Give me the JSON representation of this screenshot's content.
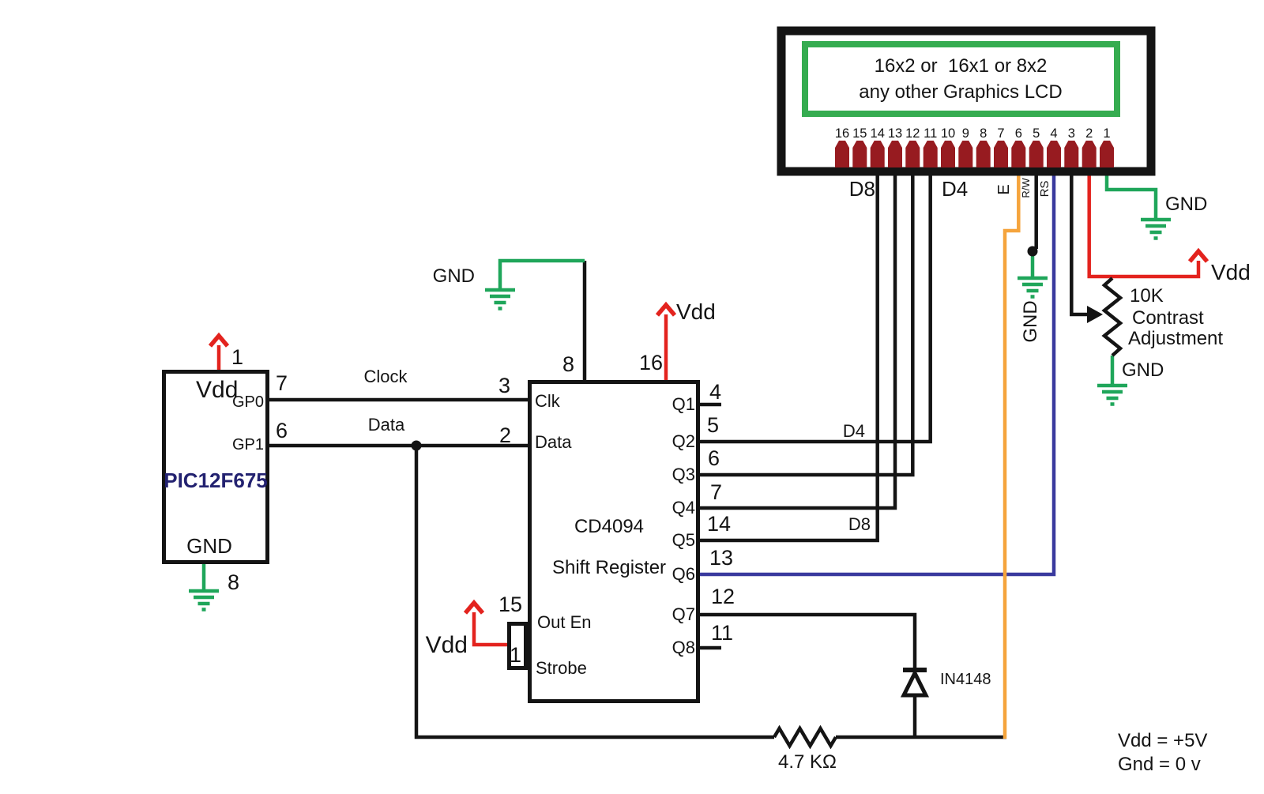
{
  "lcd": {
    "line1": "16x2 or  16x1 or 8x2",
    "line2": "any other Graphics LCD",
    "pin_numbers": [
      "16",
      "15",
      "14",
      "13",
      "12",
      "11",
      "10",
      "9",
      "8",
      "7",
      "6",
      "5",
      "4",
      "3",
      "2",
      "1"
    ],
    "d8_top": "D8",
    "d4_top": "D4",
    "e_label": "E",
    "rw_label": "R/W",
    "rs_label": "RS"
  },
  "pic": {
    "part": "PIC12F675",
    "vdd": "Vdd",
    "gp0": "GP0",
    "gp1": "GP1",
    "gnd": "GND",
    "pin_vdd": "1",
    "pin_gp0": "7",
    "pin_gp1": "6",
    "pin_gnd": "8"
  },
  "sr": {
    "part": "CD4094",
    "subtitle": "Shift Register",
    "clk": "Clk",
    "data": "Data",
    "out_en": "Out En",
    "strobe": "Strobe",
    "q": [
      "Q1",
      "Q2",
      "Q3",
      "Q4",
      "Q5",
      "Q6",
      "Q7",
      "Q8"
    ],
    "pins": {
      "clk": "3",
      "data": "2",
      "gnd": "8",
      "vdd": "16",
      "out_en": "15",
      "strobe": "1",
      "q1": "4",
      "q2": "5",
      "q3": "6",
      "q4": "7",
      "q5": "14",
      "q6": "13",
      "q7": "12",
      "q8": "11"
    }
  },
  "nets": {
    "clock": "Clock",
    "data": "Data",
    "d4": "D4",
    "d8": "D8"
  },
  "power": {
    "vdd": "Vdd",
    "gnd": "GND"
  },
  "pot": {
    "value": "10K",
    "line1": "Contrast",
    "line2": "Adjustment"
  },
  "resistor": {
    "value": "4.7 KΩ"
  },
  "diode": {
    "part": "IN4148"
  },
  "notes": {
    "vdd": "Vdd = +5V",
    "gnd": "Gnd = 0 v"
  },
  "colors": {
    "wire": "#141414",
    "green": "#1FA65A",
    "lcd_green": "#35AC50",
    "red": "#E3231E",
    "orange": "#F5A43C",
    "blue": "#3A3A9E",
    "pin": "#971B20",
    "part_text": "#232270"
  }
}
